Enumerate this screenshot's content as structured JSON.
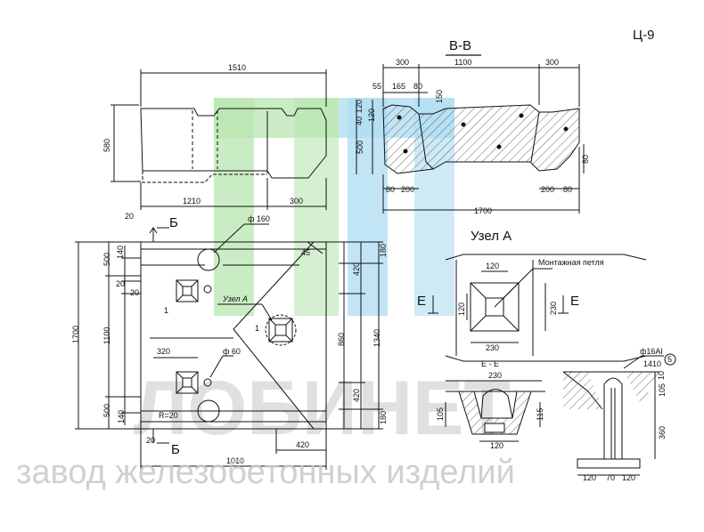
{
  "sheet_code": "Ц-9",
  "section_title": "В-В",
  "node_title": "Узел А",
  "watermark": {
    "brand": "ЛОБИНЕТ",
    "subtitle": "завод железобетонных изделий",
    "colors": {
      "green": "#b8e6b0",
      "blue": "#aedcf2",
      "gray": "#c8c8c8"
    }
  },
  "side_view": {
    "dims": {
      "overall": "1510",
      "height": "580",
      "left": "1210",
      "right": "300"
    }
  },
  "section_bb": {
    "dims": {
      "left": "300",
      "middle": "1100",
      "right": "300",
      "d55": "55",
      "d165": "165",
      "d80a": "80",
      "d120a": "120",
      "d40": "40",
      "d120b": "120",
      "d150": "150",
      "d500": "500",
      "d80b": "80",
      "d200a": "200",
      "d200b": "200",
      "d80c": "80",
      "d80d": "80",
      "total": "1700"
    }
  },
  "plan_view": {
    "labels": {
      "hole_big": "ф 160",
      "node_a": "Узел А",
      "hole_small": "ф 60",
      "radius": "R=20",
      "cut_b_top": "Б",
      "cut_b_bottom": "Б",
      "mark_1a": "1",
      "mark_1b": "1",
      "angle": "45"
    },
    "dims": {
      "top20": "20",
      "l500a": "500",
      "l140a": "140",
      "l20a": "20",
      "l20b": "20",
      "l1100": "1100",
      "l500b": "500",
      "l140b": "140",
      "total_h": "1700",
      "s320": "320",
      "b20": "20",
      "b1010": "1010",
      "b420": "420",
      "r180a": "180",
      "r420a": "420",
      "r860": "860",
      "r1340": "1340",
      "r420b": "420",
      "r180b": "180"
    }
  },
  "node_a": {
    "labels": {
      "loop": "Монтажная петля",
      "cut_e_left": "Е",
      "cut_e_right": "Е",
      "section_ee": "Е - Е"
    },
    "dims": {
      "top120": "120",
      "left120": "120",
      "right230": "230",
      "bottom230": "230",
      "ee_top": "230",
      "ee_inner": "120",
      "ee_left": "105",
      "ee_right": "115"
    }
  },
  "loop_detail": {
    "labels": {
      "rebar": "ф16AI",
      "length": "1410",
      "marker": "5"
    },
    "dims": {
      "d10": "10",
      "d105": "105",
      "d360": "360",
      "b120a": "120",
      "b70": "70",
      "b120b": "120"
    }
  }
}
